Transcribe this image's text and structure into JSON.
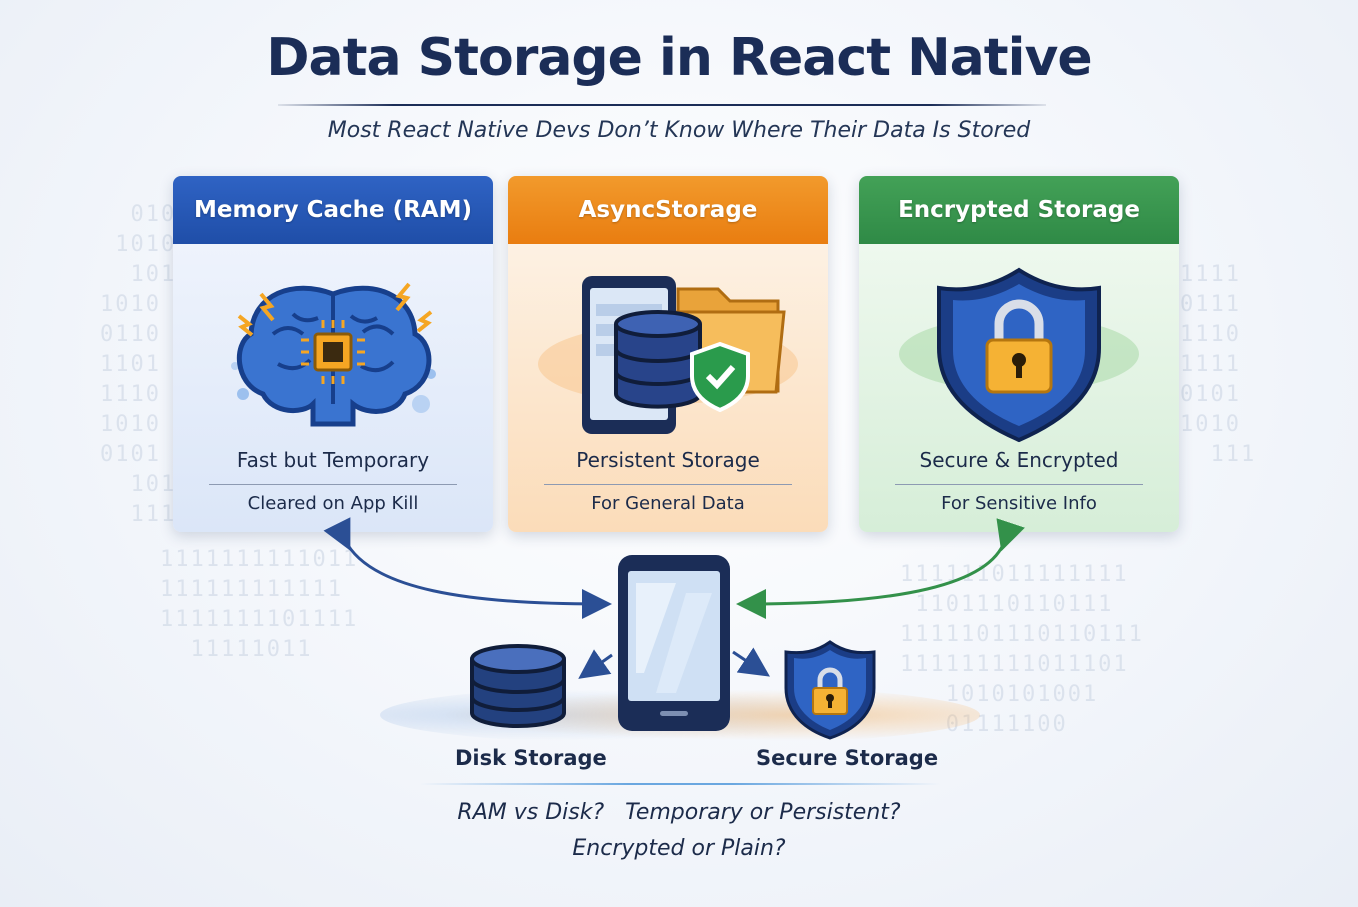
{
  "title": "Data Storage in React Native",
  "subtitle": "Most React Native Devs Don’t Know Where Their Data Is Stored",
  "cards": [
    {
      "title": "Memory Cache (RAM)",
      "line1": "Fast but Temporary",
      "line2": "Cleared on App Kill",
      "color": "#2458b8"
    },
    {
      "title": "AsyncStorage",
      "line1": "Persistent Storage",
      "line2": "For General Data",
      "color": "#ee8a1c"
    },
    {
      "title": "Encrypted Storage",
      "line1": "Secure & Encrypted",
      "line2": "For Sensitive Info",
      "color": "#379550"
    }
  ],
  "bottom": {
    "disk_label": "Disk Storage",
    "secure_label": "Secure Storage"
  },
  "questions": {
    "line1": "RAM vs Disk?   Temporary or Persistent?",
    "line2": "Encrypted or Plain?"
  },
  "icons": [
    "brain-chip-icon",
    "phone-database-folder-icon",
    "shield-lock-icon",
    "smartphone-icon",
    "database-icon",
    "shield-lock-icon"
  ]
}
